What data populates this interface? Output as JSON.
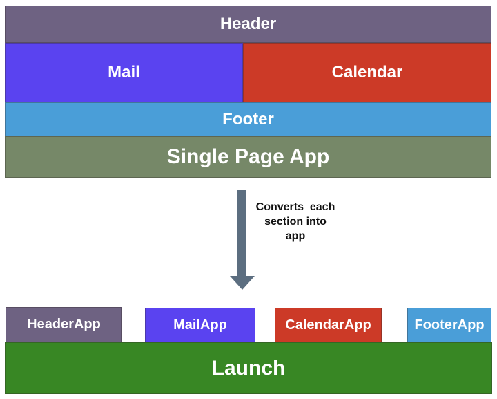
{
  "colors": {
    "header": "#6e6282",
    "mail": "#5a43f0",
    "calendar": "#cc3a27",
    "footer": "#4a9ed8",
    "spa": "#768868",
    "launch": "#388724",
    "arrow": "#5c6e80"
  },
  "spa_diagram": {
    "header_label": "Header",
    "mail_label": "Mail",
    "calendar_label": "Calendar",
    "footer_label": "Footer",
    "title_label": "Single Page App"
  },
  "arrow": {
    "label": "Converts  each\nsection into\napp"
  },
  "apps": {
    "header_app_label": "HeaderApp",
    "mail_app_label": "MailApp",
    "calendar_app_label": "CalendarApp",
    "footer_app_label": "FooterApp",
    "launch_label": "Launch"
  }
}
